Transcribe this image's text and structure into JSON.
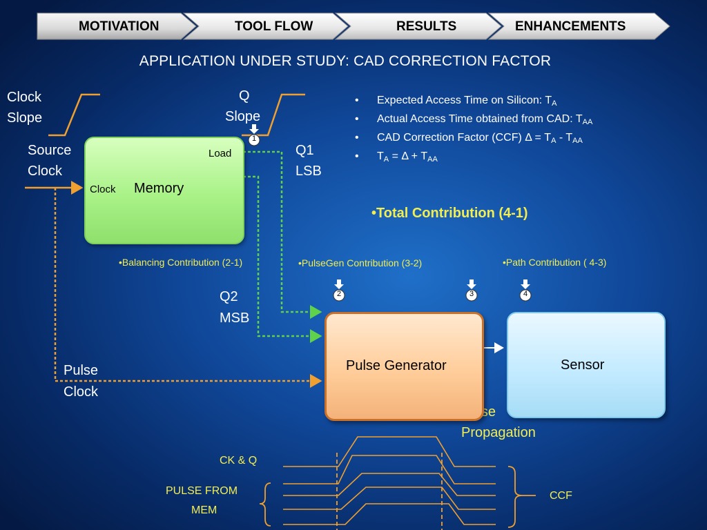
{
  "nav": {
    "tabs": [
      {
        "label": "MOTIVATION",
        "active": true
      },
      {
        "label": "TOOL FLOW",
        "active": false
      },
      {
        "label": "RESULTS",
        "active": false
      },
      {
        "label": "ENHANCEMENTS",
        "active": false
      }
    ]
  },
  "title": "APPLICATION UNDER STUDY: CAD CORRECTION FACTOR",
  "labels": {
    "clock_slope_1": "Clock",
    "clock_slope_2": "Slope",
    "q_slope_1": "Q",
    "q_slope_2": "Slope",
    "source_clock_1": "Source",
    "source_clock_2": "Clock",
    "q1": "Q1",
    "lsb": "LSB",
    "q2": "Q2",
    "msb": "MSB",
    "pulse_clock_1": "Pulse",
    "pulse_clock_2": "Clock",
    "pulse_prop_1": "Pulse",
    "pulse_prop_2": "Propagation"
  },
  "boxes": {
    "memory": "Memory",
    "memory_load": "Load",
    "memory_clock": "Clock",
    "pulse_generator": "Pulse Generator",
    "sensor": "Sensor"
  },
  "bullets": {
    "b1": {
      "text": "Expected Access Time on Silicon: T",
      "sub": "A"
    },
    "b2": {
      "text": "Actual Access Time obtained from CAD: T",
      "sub": "AA"
    },
    "b3": {
      "text": "CAD Correction Factor (CCF) Δ = T",
      "sub1": "A",
      "mid": " - T",
      "sub2": "AA"
    },
    "b4": {
      "t": "T",
      "sub1": "A",
      "mid": " = Δ + T",
      "sub2": "AA"
    }
  },
  "contributions": {
    "total": "•Total Contribution (4-1)",
    "balancing": "•Balancing Contribution (2-1)",
    "pulsegen": "•PulseGen Contribution (3-2)",
    "path": "•Path Contribution ( 4-3)"
  },
  "markers": [
    "1",
    "2",
    "3",
    "4"
  ],
  "waveform": {
    "ck_q": "CK & Q",
    "pulse_from_1": "PULSE FROM",
    "pulse_from_2": "MEM",
    "ccf": "CCF"
  },
  "colors": {
    "yellow_text": "#f2ee52",
    "orange_wire": "#f0a030",
    "green_wire": "#5fd14a",
    "memory_fill": "#a9f287",
    "pulsegen_fill": "#ffcd9a",
    "sensor_fill": "#c4ebff"
  }
}
